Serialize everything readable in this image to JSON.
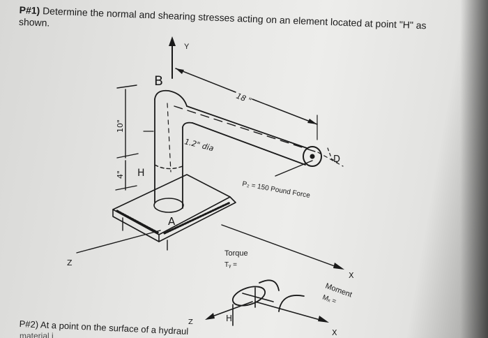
{
  "problem1": {
    "number": "P#1)",
    "line1": "Determine the normal and shearing stresses acting on an element located at point \"H\" as",
    "line2": "shown."
  },
  "figure": {
    "axis_y": "Y",
    "axis_z": "Z",
    "axis_z_lower": "Z",
    "axis_x": "X",
    "axis_x_lower": "X",
    "point_b": "B",
    "point_h": "H",
    "point_h_lower": "H",
    "point_a": "A",
    "point_d": "D",
    "dim_length": "18 \"",
    "dim_height": "10\"",
    "dim_small": "4\"",
    "diameter": "1.2\" dia",
    "force": "P₂ = 150 Pound Force",
    "torque_title": "Torque",
    "torque_value": "Tᵧ =",
    "moment_title": "Moment",
    "moment_value": "Mₓ ="
  },
  "problem2": {
    "text": "P#2) At a point on the surface of a hydraul",
    "next": "material i"
  }
}
